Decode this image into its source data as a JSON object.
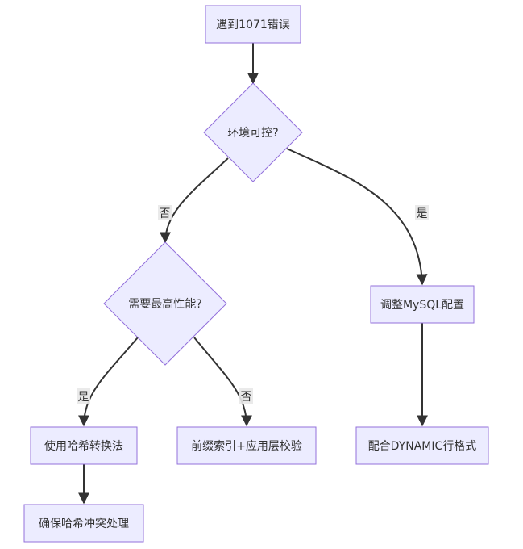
{
  "nodes": {
    "start": "遇到1071错误",
    "env_controllable": "环境可控?",
    "need_perf": "需要最高性能?",
    "adjust_mysql": "调整MySQL配置",
    "use_hash": "使用哈希转换法",
    "prefix_index": "前缀索引+应用层校验",
    "dynamic_row": "配合DYNAMIC行格式",
    "hash_conflict": "确保哈希冲突处理"
  },
  "edges": {
    "env_no": "否",
    "env_yes": "是",
    "perf_yes": "是",
    "perf_no": "否"
  },
  "colors": {
    "node_fill": "#ECECFF",
    "node_stroke": "#9370DB",
    "edge": "#333333",
    "label_bg": "#e8e8e8"
  }
}
